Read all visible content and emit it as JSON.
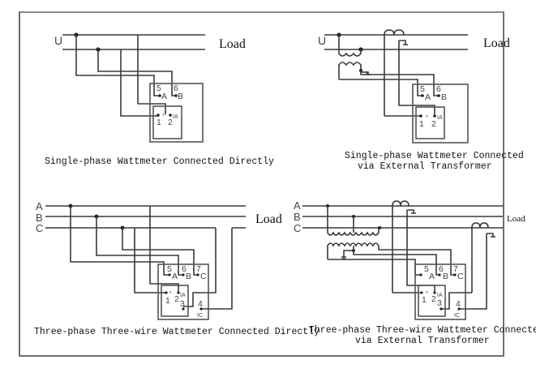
{
  "diagrams": [
    {
      "id": "single-direct",
      "source_labels": [
        "U"
      ],
      "load_label": "Load",
      "terminals": [
        "5",
        "A",
        "6",
        "B",
        "1",
        "2",
        "IA",
        "*"
      ],
      "caption": [
        "Single-phase Wattmeter Connected Directly"
      ]
    },
    {
      "id": "single-transformer",
      "source_labels": [
        "U"
      ],
      "load_label": "Load",
      "terminals": [
        "5",
        "A",
        "6",
        "B",
        "1",
        "2",
        "IA",
        "*"
      ],
      "caption": [
        "Single-phase Wattmeter Connected",
        "via External Transformer"
      ]
    },
    {
      "id": "three-direct",
      "source_labels": [
        "A",
        "B",
        "C"
      ],
      "load_label": "Load",
      "terminals": [
        "5",
        "A",
        "6",
        "B",
        "7",
        "C",
        "1",
        "2",
        "3",
        "4",
        "IA",
        "IC",
        "*"
      ],
      "caption": [
        "Three-phase Three-wire Wattmeter Connected Directly"
      ]
    },
    {
      "id": "three-transformer",
      "source_labels": [
        "A",
        "B",
        "C"
      ],
      "load_label": "Load",
      "terminals": [
        "5",
        "A",
        "6",
        "B",
        "7",
        "C",
        "1",
        "2",
        "3",
        "4",
        "IA",
        "IC",
        "*"
      ],
      "caption": [
        "Three-phase Three-wire Wattmeter Connected",
        "via External Transformer"
      ]
    }
  ]
}
